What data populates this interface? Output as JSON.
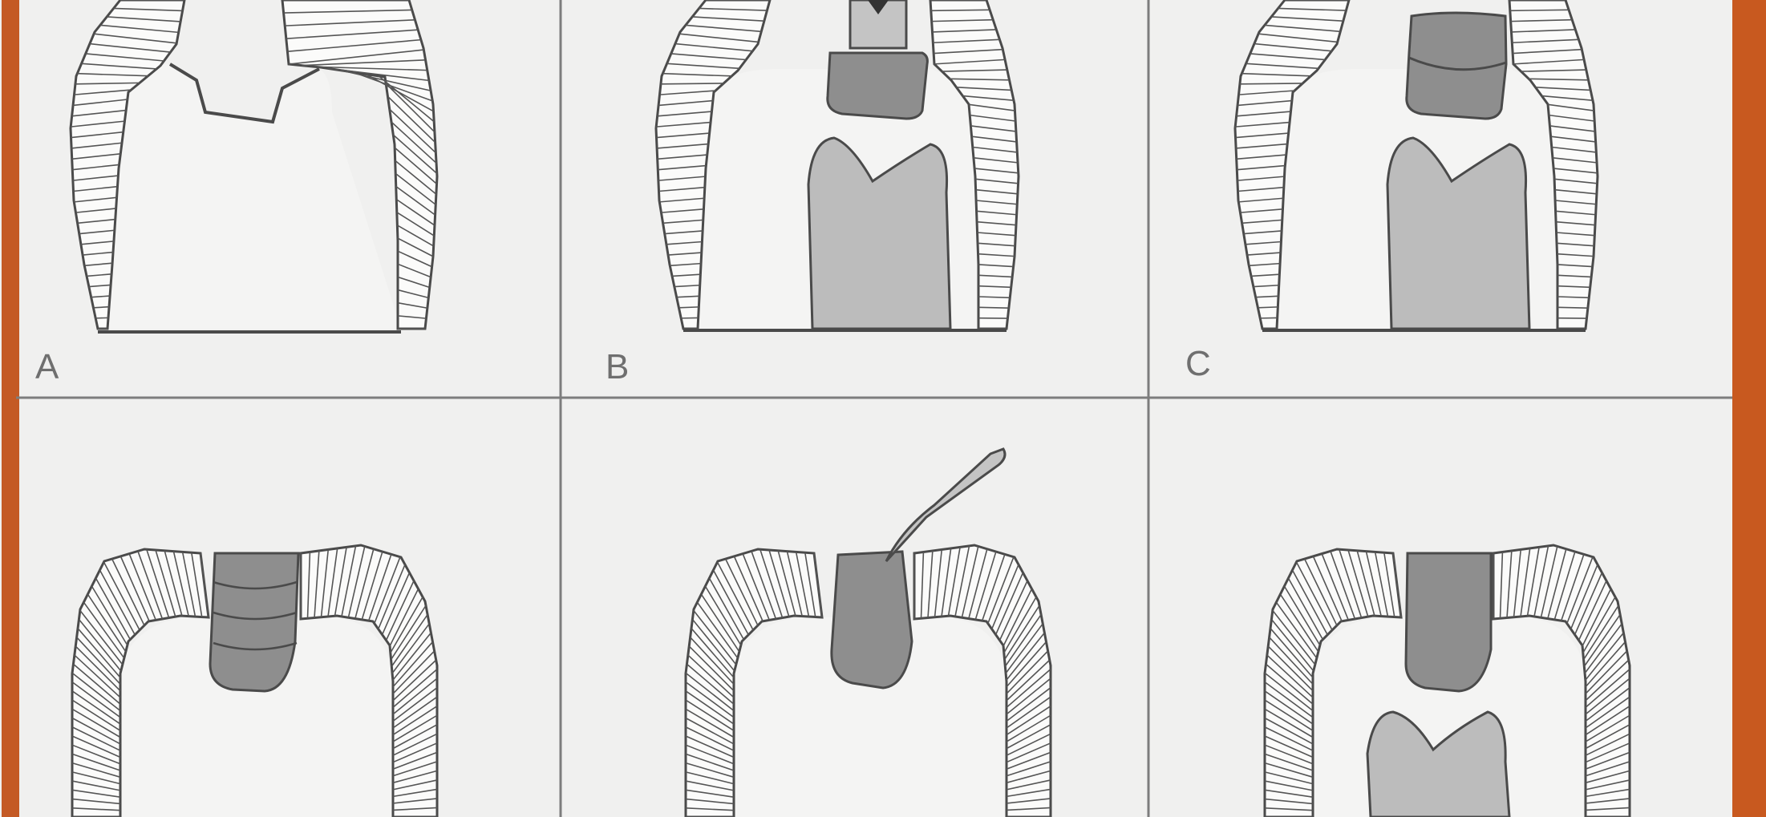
{
  "figure": {
    "panel_labels": {
      "a": "A",
      "b": "B",
      "c": "C"
    },
    "colors": {
      "background": "#f0f0ef",
      "border_accent": "#c45a25",
      "enamel_stripe": "#555555",
      "dentin": "#f4f4f3",
      "pulp": "#bcbcbc",
      "restoration": "#8e8e8e",
      "restoration_layer": "#979797",
      "instrument": "#c4c4c4",
      "outline": "#4a4a4a",
      "grid_line": "#7d7d7d"
    }
  }
}
